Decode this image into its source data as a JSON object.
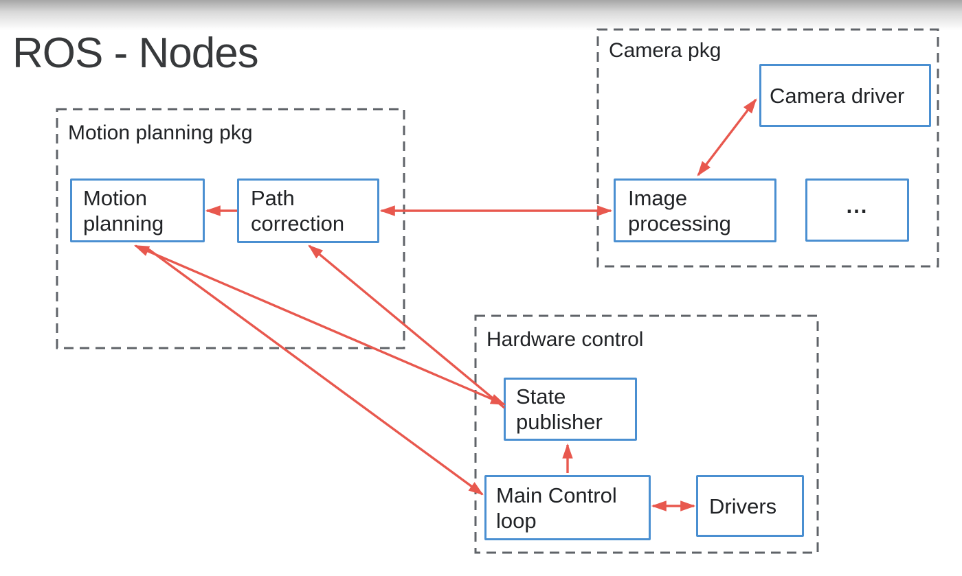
{
  "title": "ROS - Nodes",
  "colors": {
    "arrow": "#e8584e",
    "box_border": "#4a8fd1",
    "group_border": "#5f6368",
    "text": "#212326",
    "title": "#37393b",
    "top_fade": "#a6a6a6"
  },
  "groups": {
    "motion_pkg": {
      "label": "Motion planning pkg"
    },
    "camera_pkg": {
      "label": "Camera pkg"
    },
    "hardware": {
      "label": "Hardware control"
    }
  },
  "nodes": {
    "motion_planning": {
      "lines": [
        "Motion",
        "planning"
      ]
    },
    "path_correction": {
      "lines": [
        "Path",
        "correction"
      ]
    },
    "camera_driver": {
      "lines": [
        "Camera driver"
      ]
    },
    "image_processing": {
      "lines": [
        "Image",
        "processing"
      ]
    },
    "dots": {
      "lines": [
        "..."
      ]
    },
    "state_publisher": {
      "lines": [
        "State",
        "publisher"
      ]
    },
    "main_control_loop": {
      "lines": [
        "Main Control",
        "loop"
      ]
    },
    "drivers": {
      "lines": [
        "Drivers"
      ]
    }
  },
  "edges": [
    {
      "from": "path_correction",
      "to": "motion_planning",
      "bidirectional": false
    },
    {
      "from": "path_correction",
      "to": "image_processing",
      "bidirectional": true
    },
    {
      "from": "image_processing",
      "to": "camera_driver",
      "bidirectional": true
    },
    {
      "from": "state_publisher",
      "to": "motion_planning",
      "bidirectional": true
    },
    {
      "from": "state_publisher",
      "to": "path_correction",
      "bidirectional": false
    },
    {
      "from": "motion_planning",
      "to": "main_control_loop",
      "bidirectional": false
    },
    {
      "from": "main_control_loop",
      "to": "state_publisher",
      "bidirectional": false
    },
    {
      "from": "main_control_loop",
      "to": "drivers",
      "bidirectional": true
    }
  ]
}
